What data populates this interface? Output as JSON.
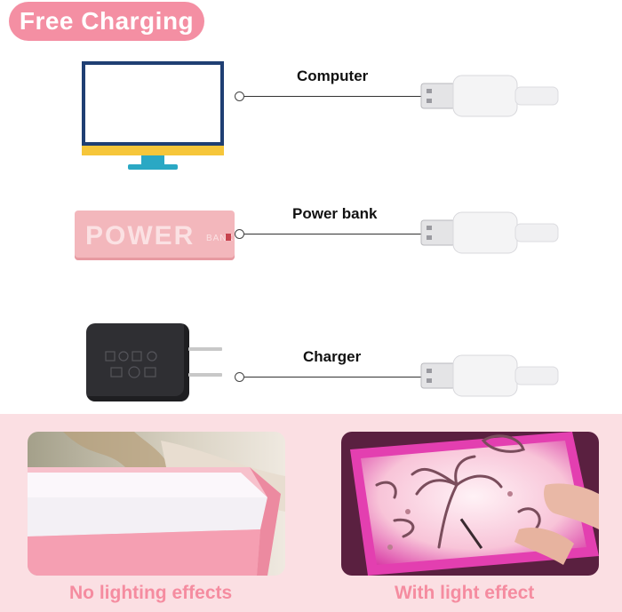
{
  "badge": {
    "label": "Free Charging"
  },
  "rows": [
    {
      "label": "Computer"
    },
    {
      "label": "Power bank"
    },
    {
      "label": "Charger"
    }
  ],
  "powerbank": {
    "brand": "POWER",
    "sub": "BANK"
  },
  "captions": {
    "left": "No lighting effects",
    "right": "With light effect"
  },
  "colors": {
    "accent": "#f48fa3",
    "caption": "#f58ca0",
    "panel": "#fbdfe3",
    "monitor_frame": "#1f3f73",
    "monitor_bezel": "#f6c63a",
    "monitor_stand": "#2aa8c4",
    "powerbank": "#f3b7bc",
    "charger": "#2f2f33"
  },
  "icons": [
    "monitor-icon",
    "power-bank-icon",
    "wall-charger-icon",
    "usb-cable-icon"
  ]
}
